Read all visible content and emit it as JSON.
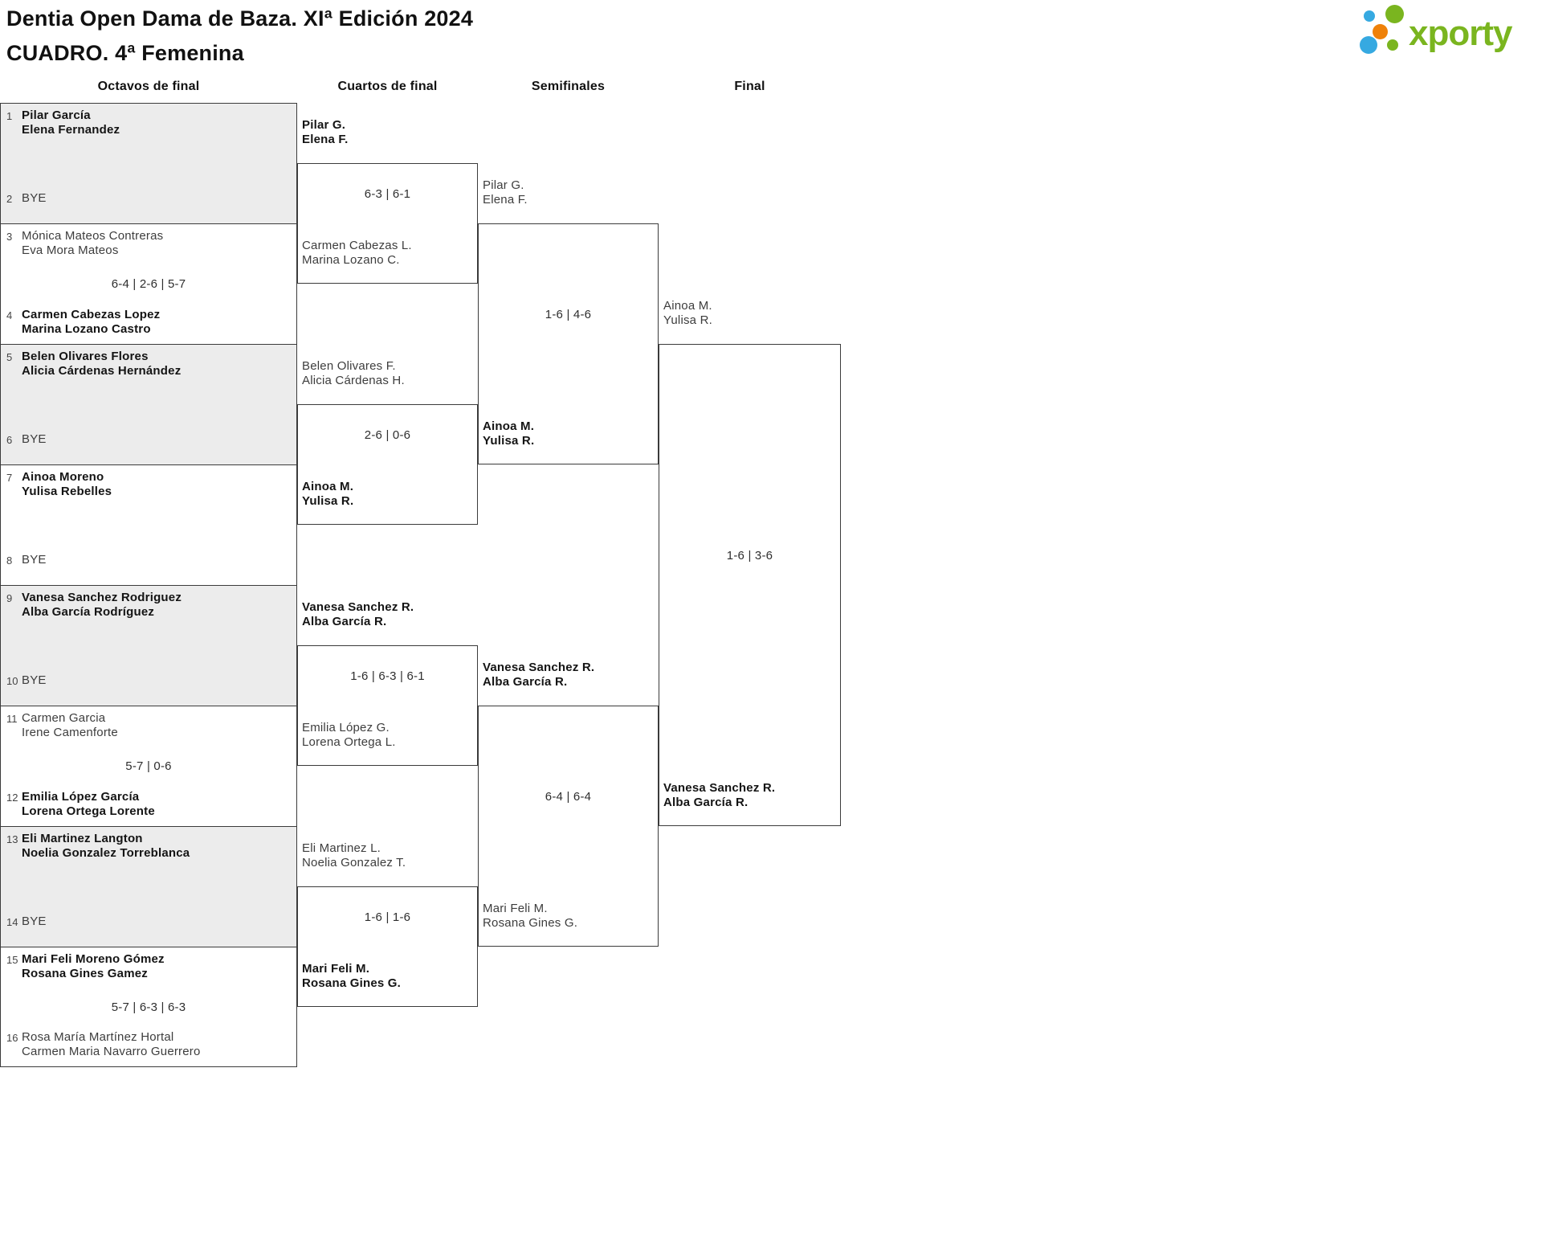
{
  "header": {
    "title_line1": "Dentia Open Dama de Baza. XIª Edición 2024",
    "title_line2": "CUADRO. 4ª Femenina",
    "logo_text": "xporty"
  },
  "logo_colors": {
    "green": "#7ab51f",
    "blue": "#36a9e1",
    "orange": "#ef8109"
  },
  "rounds": [
    "Octavos de final",
    "Cuartos de final",
    "Semifinales",
    "Final"
  ],
  "octavos": [
    {
      "seed_top": "1",
      "team_top": [
        "Pilar García",
        "Elena Fernandez"
      ],
      "top_winner": true,
      "score": "",
      "seed_bottom": "2",
      "team_bottom": [
        "BYE"
      ],
      "bottom_winner": false,
      "shaded": true
    },
    {
      "seed_top": "3",
      "team_top": [
        "Mónica Mateos Contreras",
        "Eva Mora Mateos"
      ],
      "top_winner": false,
      "score": "6-4 | 2-6 | 5-7",
      "seed_bottom": "4",
      "team_bottom": [
        "Carmen Cabezas Lopez",
        "Marina Lozano Castro"
      ],
      "bottom_winner": true,
      "shaded": false
    },
    {
      "seed_top": "5",
      "team_top": [
        "Belen Olivares Flores",
        "Alicia Cárdenas Hernández"
      ],
      "top_winner": true,
      "score": "",
      "seed_bottom": "6",
      "team_bottom": [
        "BYE"
      ],
      "bottom_winner": false,
      "shaded": true
    },
    {
      "seed_top": "7",
      "team_top": [
        "Ainoa Moreno",
        "Yulisa Rebelles"
      ],
      "top_winner": true,
      "score": "",
      "seed_bottom": "8",
      "team_bottom": [
        "BYE"
      ],
      "bottom_winner": false,
      "shaded": false
    },
    {
      "seed_top": "9",
      "team_top": [
        "Vanesa Sanchez Rodriguez",
        "Alba García Rodríguez"
      ],
      "top_winner": true,
      "score": "",
      "seed_bottom": "10",
      "team_bottom": [
        "BYE"
      ],
      "bottom_winner": false,
      "shaded": true
    },
    {
      "seed_top": "11",
      "team_top": [
        "Carmen Garcia",
        "Irene Camenforte"
      ],
      "top_winner": false,
      "score": "5-7 | 0-6",
      "seed_bottom": "12",
      "team_bottom": [
        "Emilia López García",
        "Lorena Ortega Lorente"
      ],
      "bottom_winner": true,
      "shaded": false
    },
    {
      "seed_top": "13",
      "team_top": [
        "Eli Martinez Langton",
        "Noelia Gonzalez Torreblanca"
      ],
      "top_winner": true,
      "score": "",
      "seed_bottom": "14",
      "team_bottom": [
        "BYE"
      ],
      "bottom_winner": false,
      "shaded": true
    },
    {
      "seed_top": "15",
      "team_top": [
        "Mari Feli Moreno Gómez",
        "Rosana Gines Gamez"
      ],
      "top_winner": true,
      "score": "5-7 | 6-3 | 6-3",
      "seed_bottom": "16",
      "team_bottom": [
        "Rosa María Martínez Hortal",
        "Carmen Maria Navarro Guerrero"
      ],
      "bottom_winner": false,
      "shaded": false
    }
  ],
  "cuartos": [
    {
      "top": [
        "Pilar G.",
        "Elena F."
      ],
      "top_winner": true,
      "score": "6-3 | 6-1",
      "bottom": [
        "Carmen Cabezas L.",
        "Marina Lozano C."
      ],
      "bottom_winner": false
    },
    {
      "top": [
        "Belen Olivares F.",
        "Alicia Cárdenas H."
      ],
      "top_winner": false,
      "score": "2-6 | 0-6",
      "bottom": [
        "Ainoa M.",
        "Yulisa R."
      ],
      "bottom_winner": true
    },
    {
      "top": [
        "Vanesa Sanchez R.",
        "Alba García R."
      ],
      "top_winner": true,
      "score": "1-6 | 6-3 | 6-1",
      "bottom": [
        "Emilia López G.",
        "Lorena Ortega L."
      ],
      "bottom_winner": false
    },
    {
      "top": [
        "Eli Martinez L.",
        "Noelia Gonzalez T."
      ],
      "top_winner": false,
      "score": "1-6 | 1-6",
      "bottom": [
        "Mari Feli M.",
        "Rosana Gines G."
      ],
      "bottom_winner": true
    }
  ],
  "semifinales": [
    {
      "top": [
        "Pilar G.",
        "Elena F."
      ],
      "top_winner": false,
      "score": "1-6 | 4-6",
      "bottom": [
        "Ainoa M.",
        "Yulisa R."
      ],
      "bottom_winner": true
    },
    {
      "top": [
        "Vanesa Sanchez R.",
        "Alba García R."
      ],
      "top_winner": true,
      "score": "6-4 | 6-4",
      "bottom": [
        "Mari Feli M.",
        "Rosana Gines G."
      ],
      "bottom_winner": false
    }
  ],
  "final": {
    "top": [
      "Ainoa M.",
      "Yulisa R."
    ],
    "top_winner": false,
    "score": "1-6 | 3-6",
    "bottom": [
      "Vanesa Sanchez R.",
      "Alba García R."
    ],
    "bottom_winner": true
  }
}
